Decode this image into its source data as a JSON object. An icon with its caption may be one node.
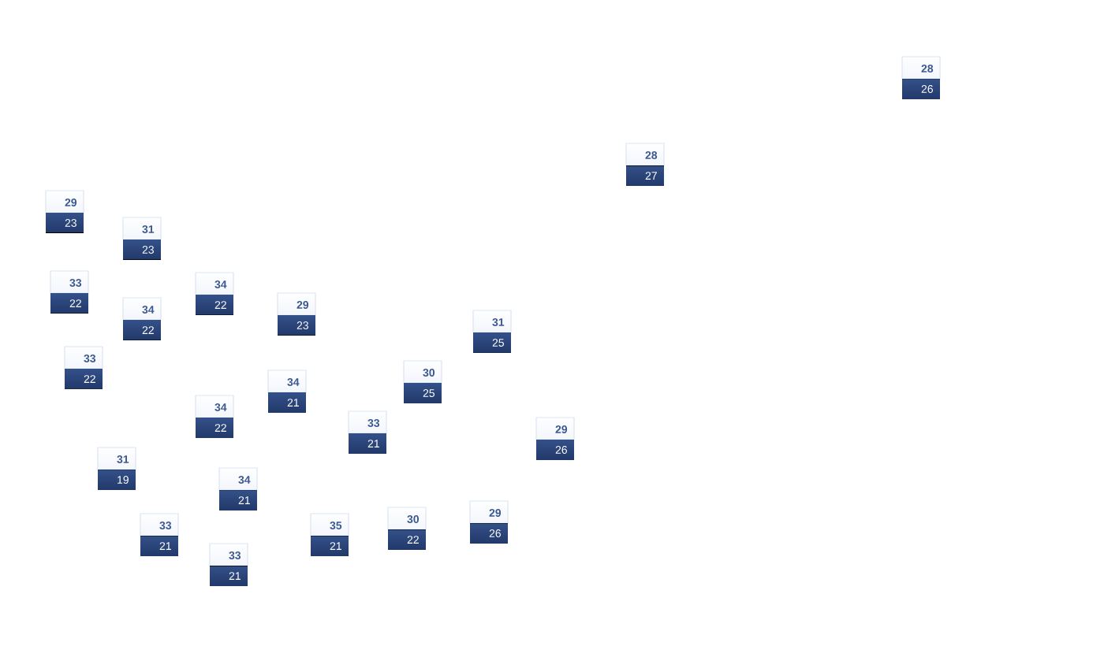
{
  "diagram": {
    "nodes": [
      {
        "text": [
          "28",
          "26"
        ]
      },
      {
        "text": [
          "28",
          "27"
        ]
      },
      {
        "text": [
          "29",
          "23"
        ]
      },
      {
        "text": [
          "31",
          "23"
        ]
      },
      {
        "text": [
          "33",
          "22"
        ]
      },
      {
        "text": [
          "34",
          "22"
        ]
      },
      {
        "text": [
          "34",
          "22"
        ]
      },
      {
        "text": [
          "29",
          "23"
        ]
      },
      {
        "text": [
          "31",
          "25"
        ]
      },
      {
        "text": [
          "33",
          "22"
        ]
      },
      {
        "text": [
          "30",
          "25"
        ]
      },
      {
        "text": [
          "34",
          "21"
        ]
      },
      {
        "text": [
          "34",
          "22"
        ]
      },
      {
        "text": [
          "33",
          "21"
        ]
      },
      {
        "text": [
          "29",
          "26"
        ]
      },
      {
        "text": [
          "31",
          "19"
        ]
      },
      {
        "text": [
          "34",
          "21"
        ]
      },
      {
        "text": [
          "29",
          "26"
        ]
      },
      {
        "text": [
          "30",
          "22"
        ]
      },
      {
        "text": [
          "33",
          "21"
        ]
      },
      {
        "text": [
          "35",
          "21"
        ]
      },
      {
        "text": [
          "33",
          "21"
        ]
      }
    ]
  }
}
